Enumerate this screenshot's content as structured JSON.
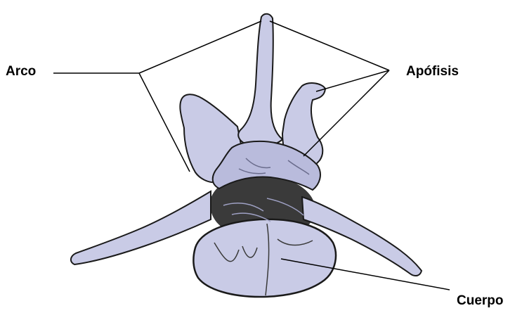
{
  "labels": {
    "arch": "Arco",
    "process": "Apófisis",
    "body": "Cuerpo"
  },
  "colors": {
    "bone_fill": "#c9cbe6",
    "bone_shade": "#9fa1c4",
    "outline": "#1a1a1a",
    "dark_shadow": "#3a3a3a",
    "leader_line": "#000000"
  }
}
